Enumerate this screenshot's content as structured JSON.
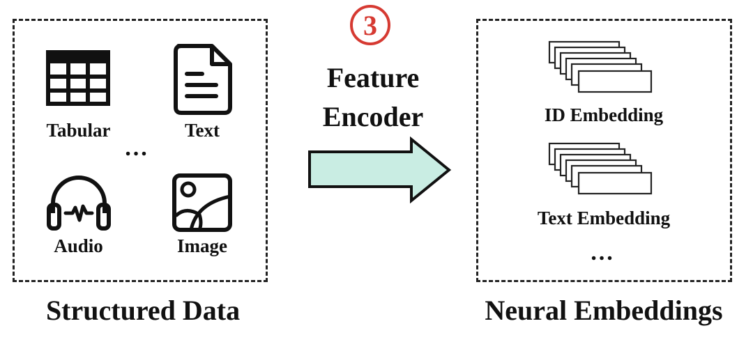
{
  "step_badge": "3",
  "encoder": {
    "line1": "Feature",
    "line2": "Encoder"
  },
  "structured": {
    "caption": "Structured Data",
    "items": [
      {
        "label": "Tabular",
        "icon": "table-icon"
      },
      {
        "label": "Text",
        "icon": "document-icon"
      },
      {
        "label": "Audio",
        "icon": "headphones-icon"
      },
      {
        "label": "Image",
        "icon": "image-icon"
      }
    ],
    "ellipsis": "…"
  },
  "neural": {
    "caption": "Neural Embeddings",
    "items": [
      {
        "label": "ID Embedding",
        "icon": "embedding-stack-icon"
      },
      {
        "label": "Text Embedding",
        "icon": "embedding-stack-icon"
      }
    ],
    "ellipsis": "…"
  },
  "colors": {
    "arrow_fill": "#c9ede3",
    "badge": "#d63a32",
    "ink": "#111111"
  }
}
